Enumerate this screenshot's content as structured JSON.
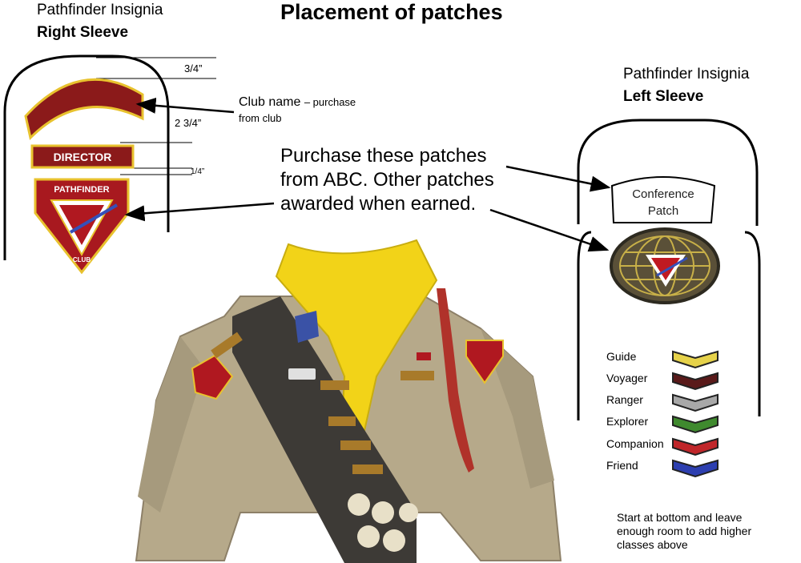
{
  "title": "Placement of patches",
  "right_sleeve": {
    "title": "Pathfinder Insignia",
    "subtitle": "Right Sleeve",
    "measurements": [
      "3/4”",
      "2 3/4”",
      "1/4”"
    ],
    "club_name_label": "Club name",
    "club_name_note": "– purchase",
    "club_name_note2": "from club",
    "director_patch": "DIRECTOR",
    "pathfinder_patch": "PATHFINDER",
    "club_text": "CLUB"
  },
  "purchase_note": "Purchase these patches from ABC. Other patches awarded when earned.",
  "left_sleeve": {
    "title": "Pathfinder Insignia",
    "subtitle": "Left Sleeve",
    "conference_line1": "Conference",
    "conference_line2": "Patch"
  },
  "class_chevrons": [
    {
      "label": "Guide",
      "color": "#e6d24a"
    },
    {
      "label": "Voyager",
      "color": "#5a1a1a"
    },
    {
      "label": "Ranger",
      "color": "#a8a8a8"
    },
    {
      "label": "Explorer",
      "color": "#3f8a2e"
    },
    {
      "label": "Companion",
      "color": "#c0262a"
    },
    {
      "label": "Friend",
      "color": "#2d3fb0"
    }
  ],
  "bottom_note": "Start at bottom and leave enough room to add higher classes above",
  "colors": {
    "maroon": "#8b1a1a",
    "gold": "#e8c22e",
    "scarf_yellow": "#f2d318",
    "shirt_khaki": "#b6a98a",
    "sash_dark": "#3d3a36"
  }
}
